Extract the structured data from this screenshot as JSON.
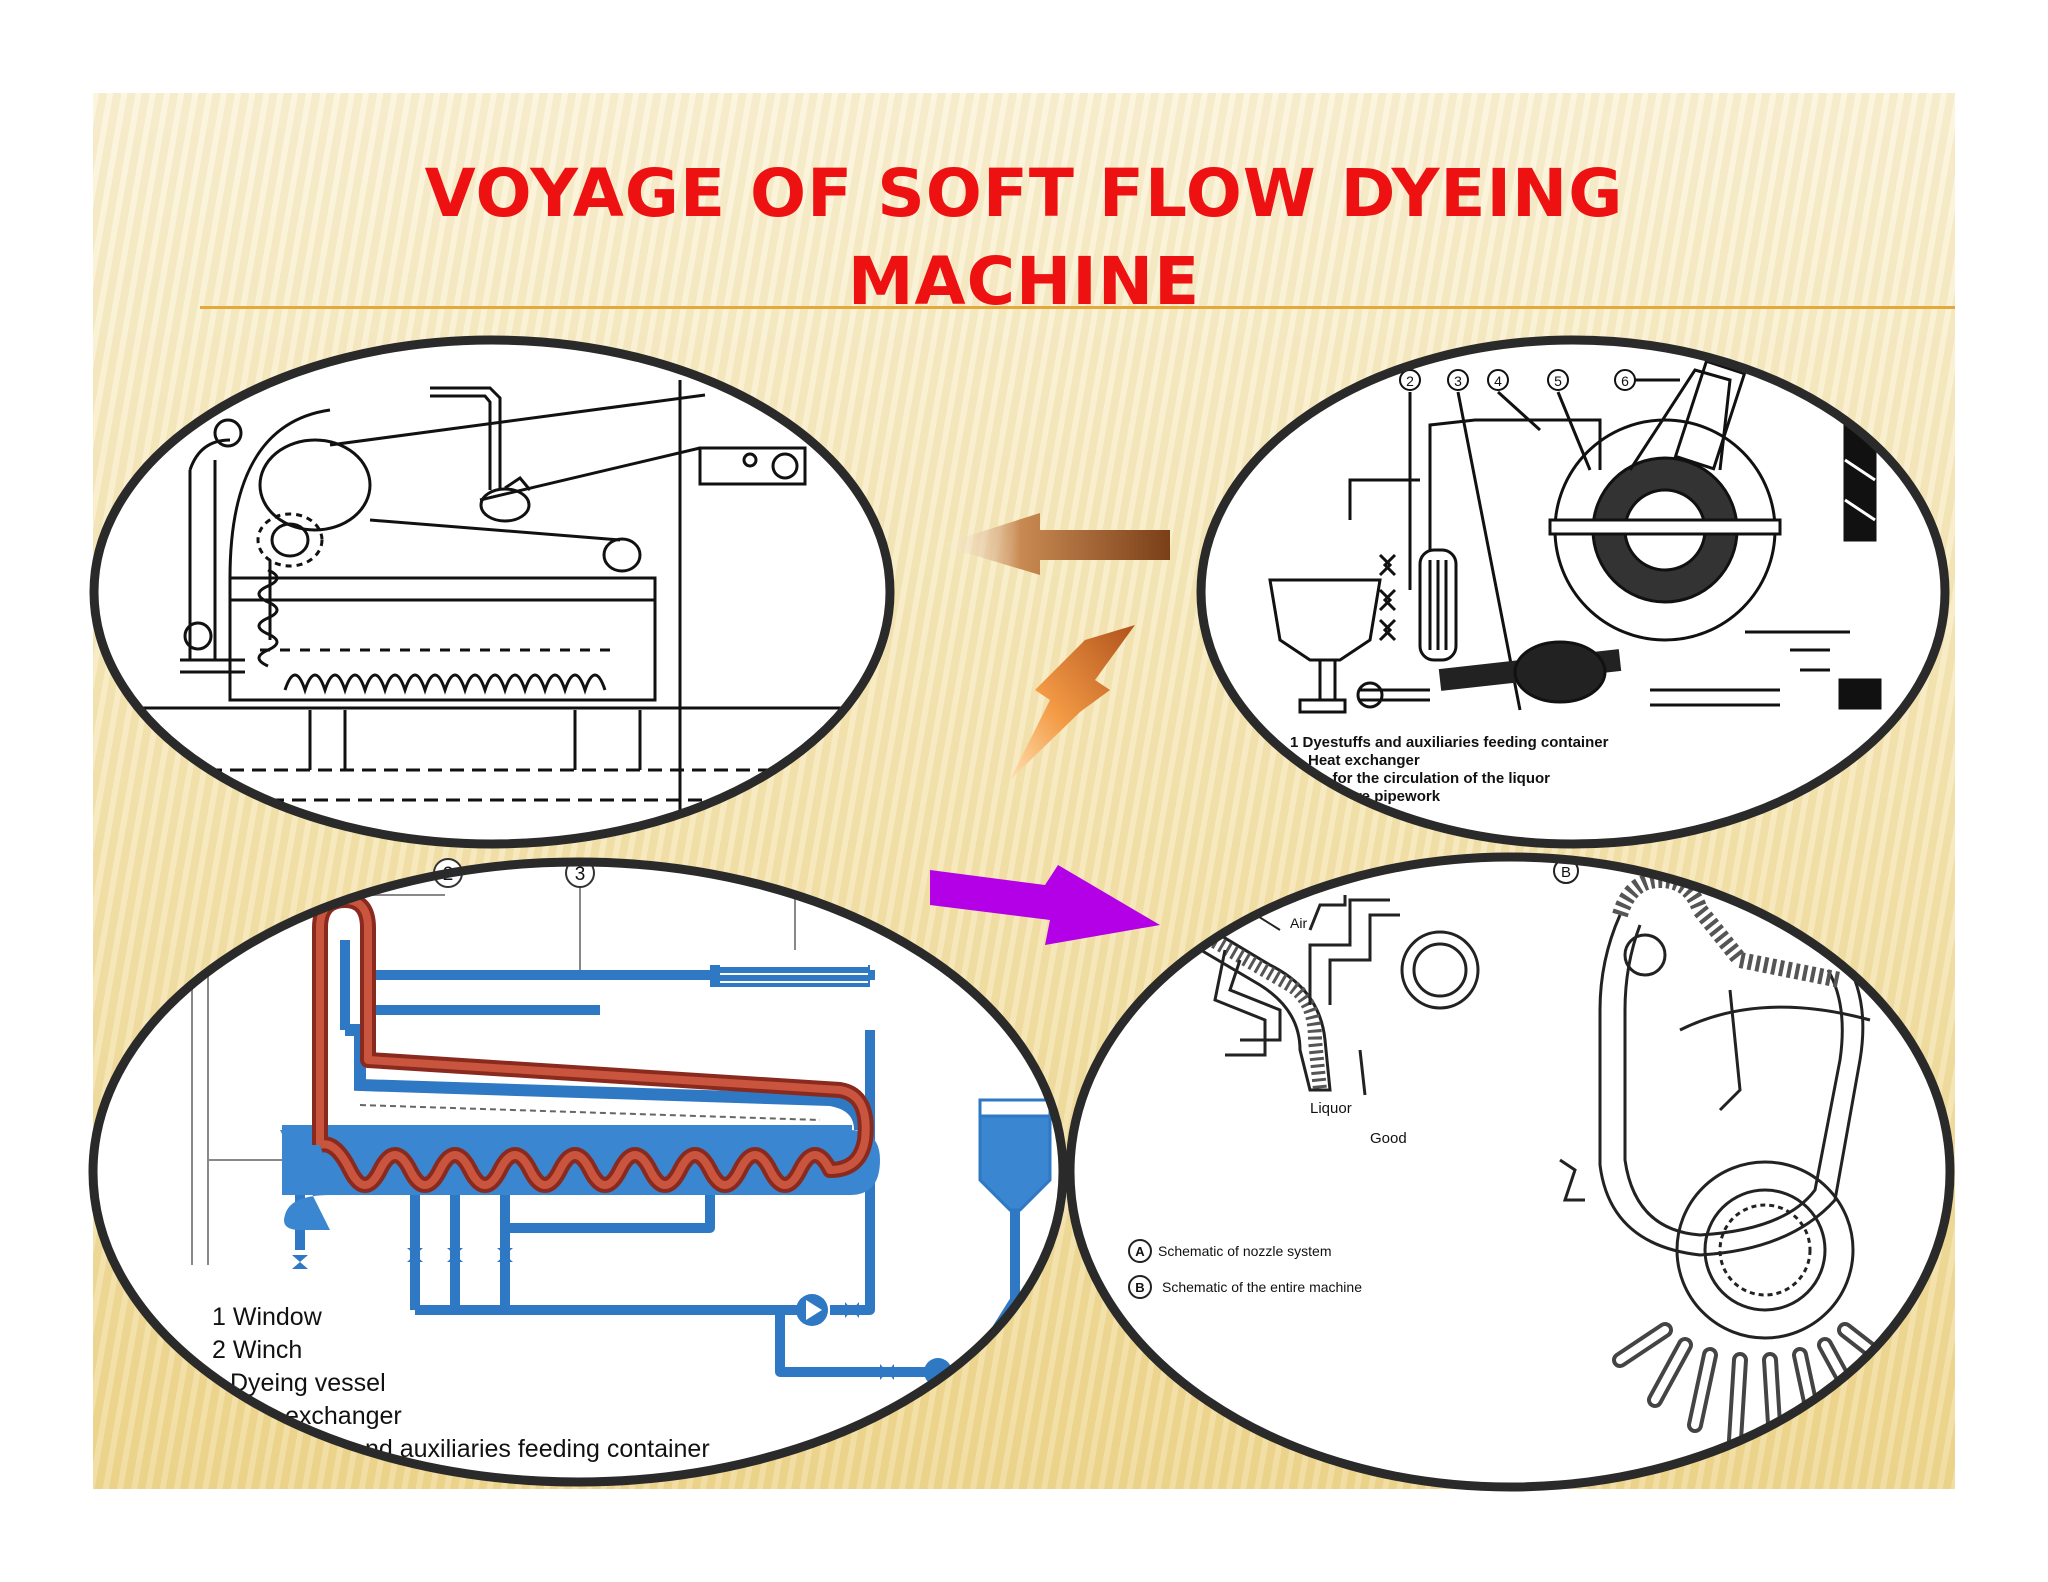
{
  "slide": {
    "title_line1": "VOYAGE OF SOFT FLOW DYEING",
    "title_line2": "MACHINE"
  },
  "top_right_diagram": {
    "callouts": [
      "2",
      "3",
      "4",
      "5",
      "6"
    ],
    "legend": [
      "1 Dyestuffs and auxiliaries feeding container",
      "Heat exchanger",
      "np for the circulation of the liquor",
      "ssure pipework"
    ]
  },
  "bottom_left_diagram": {
    "callouts": [
      "2",
      "3"
    ],
    "legend": [
      "1 Window",
      "2 Winch",
      "Dyeing vessel",
      "exchanger",
      "nd auxiliaries feeding container"
    ]
  },
  "bottom_right_diagram": {
    "callout_b": "B",
    "air_label": "Air",
    "liquor_label": "Liquor",
    "good_label": "Good",
    "legend": [
      {
        "marker": "A",
        "text": "Schematic of nozzle system"
      },
      {
        "marker": "B",
        "text": "Schematic of the entire machine"
      }
    ]
  },
  "colors": {
    "title": "#ee1111",
    "pipe_blue": "#2f78c3",
    "fabric_red": "#b8392a",
    "arrow_brown": "#9a5a2a",
    "arrow_orange": "#e8832a",
    "arrow_purple": "#b300e6"
  }
}
